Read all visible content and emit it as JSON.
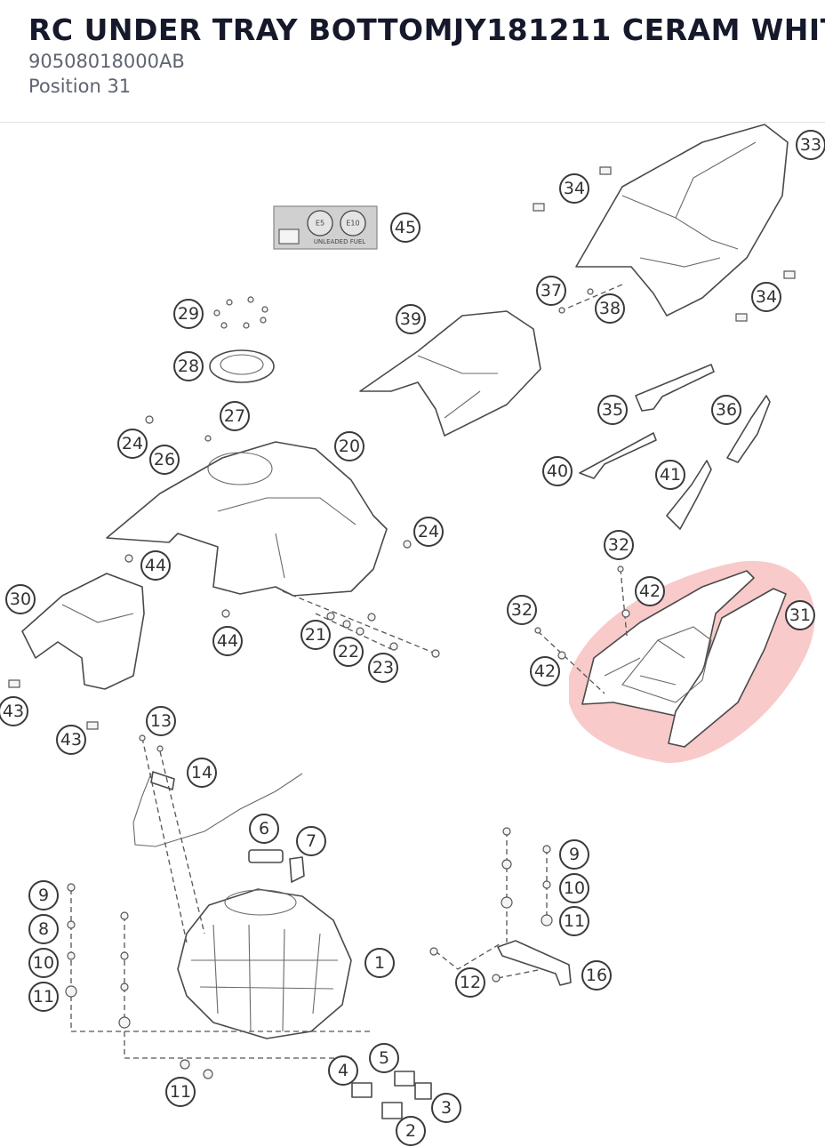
{
  "header": {
    "title": "RC UNDER TRAY BOTTOMJY181211 CERAM WHIT",
    "part_number": "90508018000AB",
    "position": "Position 31"
  },
  "diagram": {
    "highlight_color": "#f08a8a",
    "fuel_label": {
      "badge_e5": "E5",
      "badge_e10": "E10",
      "caption": "UNLEADED FUEL"
    },
    "callouts": [
      "33",
      "34",
      "45",
      "37",
      "38",
      "34",
      "29",
      "39",
      "28",
      "27",
      "24",
      "26",
      "20",
      "35",
      "36",
      "40",
      "41",
      "24",
      "44",
      "32",
      "30",
      "42",
      "31",
      "32",
      "21",
      "44",
      "42",
      "22",
      "23",
      "43",
      "43",
      "13",
      "14",
      "6",
      "7",
      "9",
      "9",
      "10",
      "8",
      "10",
      "11",
      "11",
      "1",
      "12",
      "16",
      "5",
      "4",
      "3",
      "11",
      "2"
    ]
  }
}
